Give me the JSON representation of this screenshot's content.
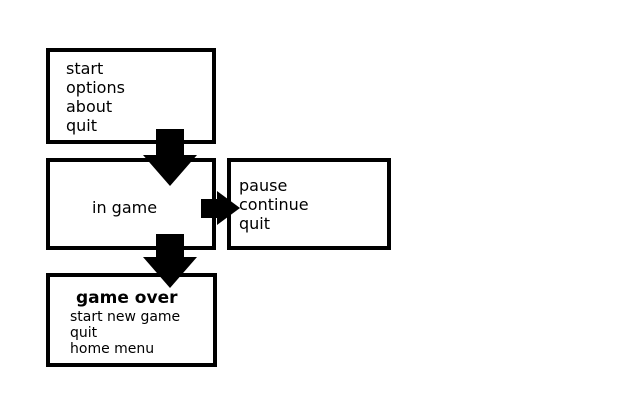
{
  "main_menu": {
    "items": [
      {
        "label": "start"
      },
      {
        "label": "options"
      },
      {
        "label": "about"
      },
      {
        "label": "quit"
      }
    ]
  },
  "in_game": {
    "label": "in game"
  },
  "pause_menu": {
    "items": [
      {
        "label": "pause"
      },
      {
        "label": "continue"
      },
      {
        "label": "quit"
      }
    ]
  },
  "game_over": {
    "title": "game over",
    "items": [
      {
        "label": "start new game"
      },
      {
        "label": "quit"
      },
      {
        "label": "home menu"
      }
    ]
  }
}
